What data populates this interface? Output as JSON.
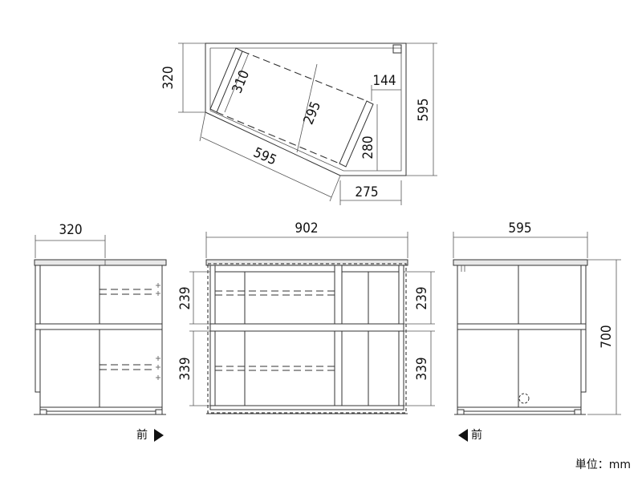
{
  "plan_view": {
    "dims": {
      "depth_left": "320",
      "shelf_depth": "310",
      "shelf_width": "295",
      "right_offset": "144",
      "right_depth": "595",
      "inner_depth": "280",
      "diagonal": "595",
      "bottom_width": "275"
    }
  },
  "side_view_left": {
    "width": "320",
    "front_label": "前"
  },
  "front_view": {
    "width": "902",
    "upper_height": "239",
    "lower_height": "339",
    "upper_height_right": "239",
    "lower_height_right": "339"
  },
  "side_view_right": {
    "width": "595",
    "height": "700",
    "front_label": "前"
  },
  "unit_note": "単位：mm"
}
